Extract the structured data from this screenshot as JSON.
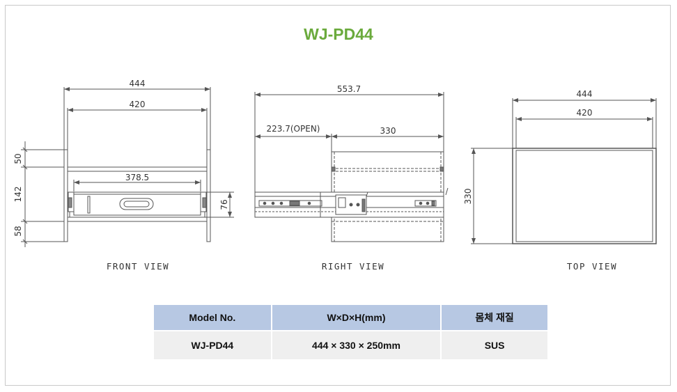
{
  "title": "WJ-PD44",
  "views": {
    "front": {
      "label": "FRONT VIEW",
      "dims": {
        "outer_width": "444",
        "inner_width": "420",
        "drawer_width": "378.5",
        "top": "50",
        "middle": "142",
        "bottom": "58",
        "drawer_height": "76"
      }
    },
    "right": {
      "label": "RIGHT VIEW",
      "dims": {
        "total": "553.7",
        "open": "223.7(OPEN)",
        "depth": "330"
      }
    },
    "top": {
      "label": "TOP VIEW",
      "dims": {
        "outer_width": "444",
        "inner_width": "420",
        "depth": "330"
      }
    }
  },
  "spec_table": {
    "headers": [
      "Model No.",
      "W×D×H(mm)",
      "몸체 재질"
    ],
    "row": [
      "WJ-PD44",
      "444 × 330 × 250mm",
      "SUS"
    ]
  },
  "colors": {
    "title": "#6aaa3c",
    "header_bg": "#b7c8e3",
    "row_bg": "#efefef",
    "line": "#555555"
  }
}
